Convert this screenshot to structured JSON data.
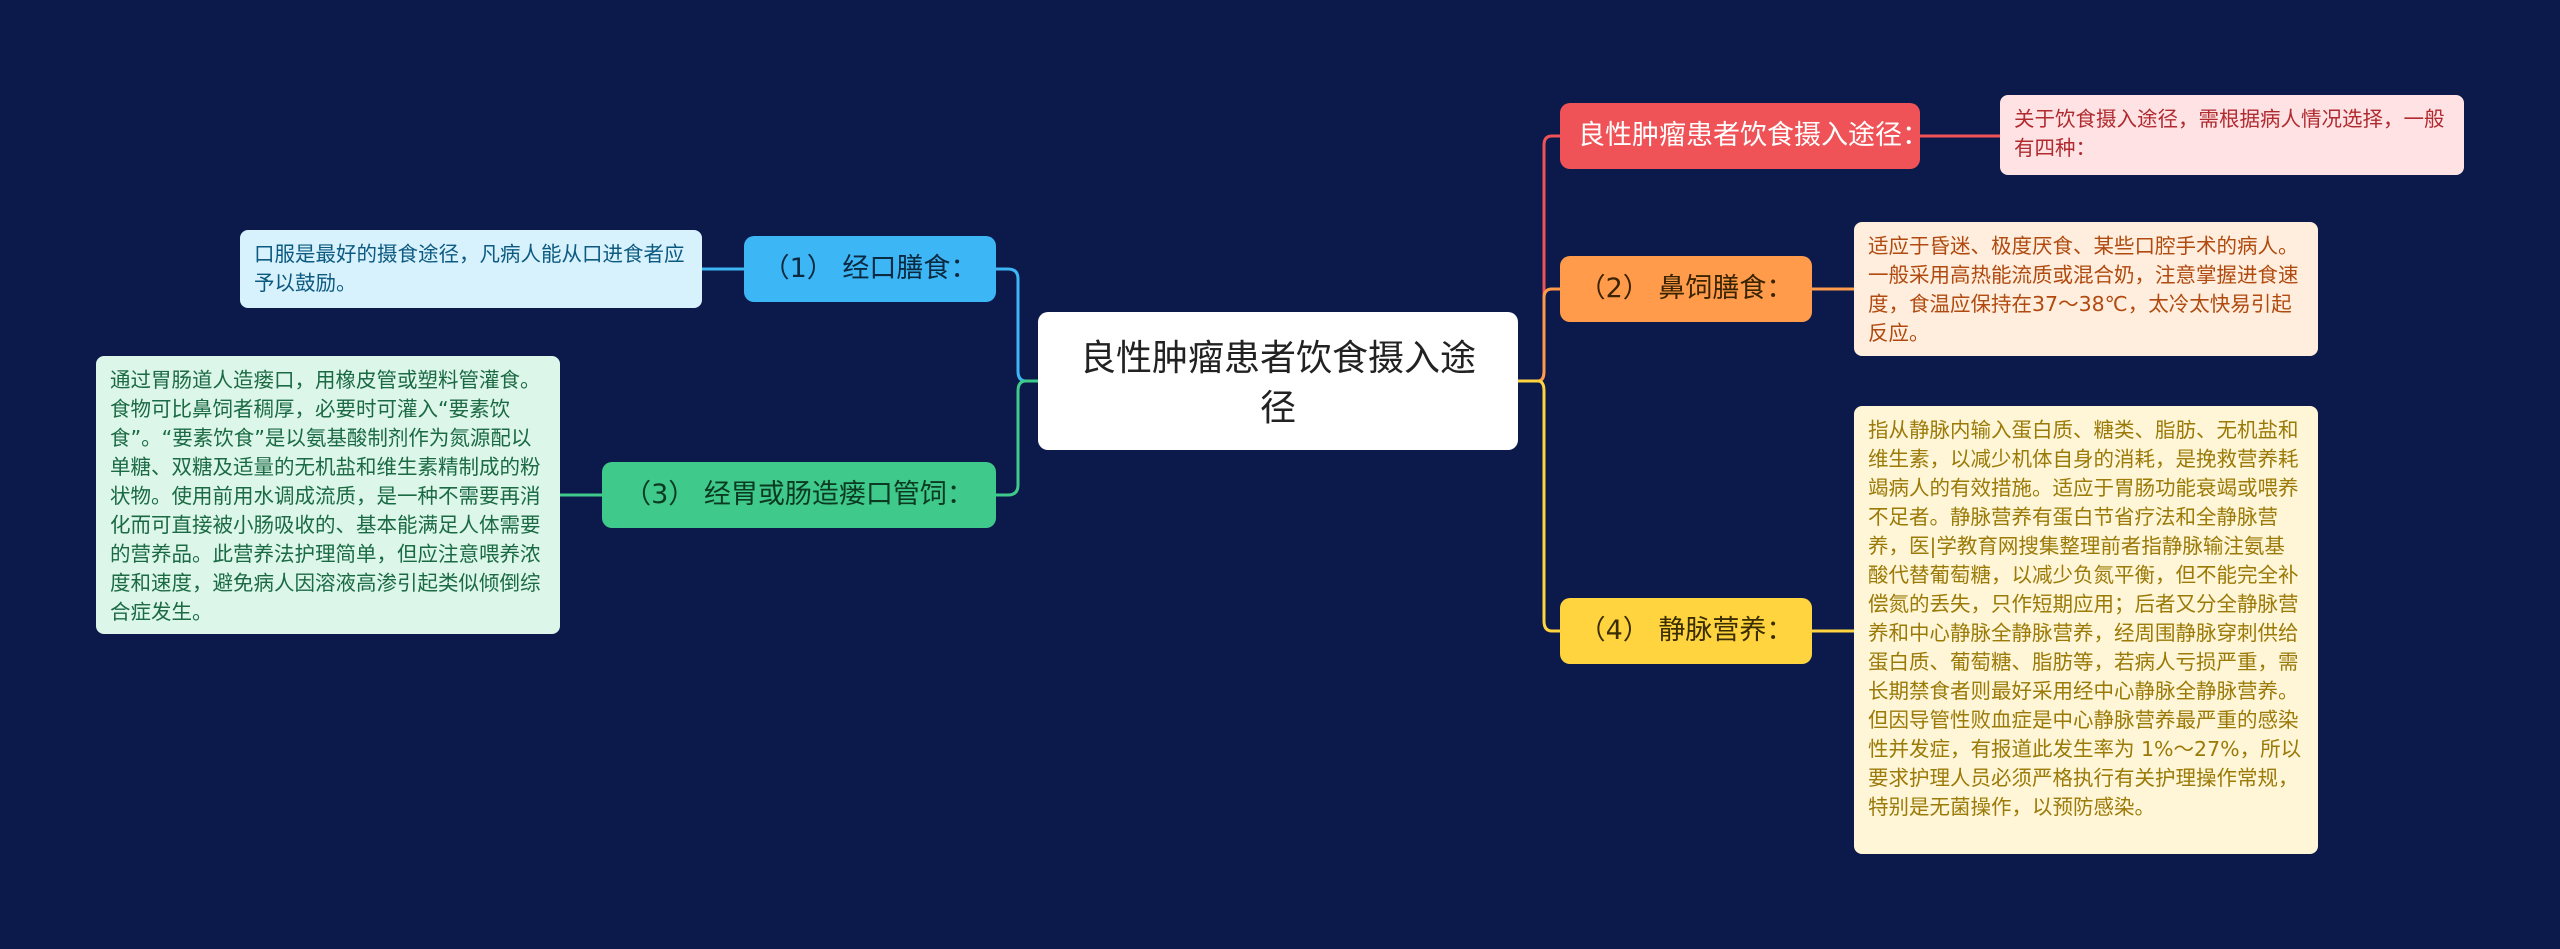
{
  "center": {
    "title": "良性肿瘤患者饮食摄入途径"
  },
  "branches": [
    {
      "id": "red",
      "label": "良性肿瘤患者饮食摄入途径："
    },
    {
      "id": "orange",
      "label": "（2） 鼻饲膳食："
    },
    {
      "id": "yellow",
      "label": "（4） 静脉营养："
    },
    {
      "id": "blue",
      "label": "（1） 经口膳食："
    },
    {
      "id": "green",
      "label": "（3） 经胃或肠造瘘口管饲："
    }
  ],
  "leaves": [
    {
      "id": "red",
      "text": "关于饮食摄入途径，需根据病人情况选择，一般有四种："
    },
    {
      "id": "orange",
      "text": "适应于昏迷、极度厌食、某些口腔手术的病人。一般采用高热能流质或混合奶，注意掌握进食速度，食温应保持在37～38℃，太冷太快易引起反应。"
    },
    {
      "id": "yellow",
      "text": "指从静脉内输入蛋白质、糖类、脂肪、无机盐和维生素，以减少机体自身的消耗，是挽救营养耗竭病人的有效措施。适应于胃肠功能衰竭或喂养不足者。静脉营养有蛋白节省疗法和全静脉营养，医|学教育网搜集整理前者指静脉输注氨基酸代替葡萄糖，以减少负氮平衡，但不能完全补偿氮的丢失，只作短期应用；后者又分全静脉营养和中心静脉全静脉营养，经周围静脉穿刺供给蛋白质、葡萄糖、脂肪等，若病人亏损严重，需长期禁食者则最好采用经中心静脉全静脉营养。但因导管性败血症是中心静脉营养最严重的感染性并发症，有报道此发生率为 1%～27%，所以要求护理人员必须严格执行有关护理操作常规，特别是无菌操作，以预防感染。"
    },
    {
      "id": "blue",
      "text": "口服是最好的摄食途径，凡病人能从口进食者应予以鼓励。"
    },
    {
      "id": "green",
      "text": "通过胃肠道人造瘘口，用橡皮管或塑料管灌食。食物可比鼻饲者稠厚，必要时可灌入“要素饮食”。“要素饮食”是以氨基酸制剂作为氮源配以单糖、双糖及适量的无机盐和维生素精制成的粉状物。使用前用水调成流质，是一种不需要再消化而可直接被小肠吸收的、基本能满足人体需要的营养品。此营养法护理简单，但应注意喂养浓度和速度，避免病人因溶液高渗引起类似倾倒综合症发生。"
    }
  ],
  "colors": {
    "background": "#0b1a4a",
    "red": "#ef5257",
    "orange": "#ff9b4b",
    "yellow": "#ffd43f",
    "blue": "#3cb6f4",
    "green": "#3fc98a"
  }
}
